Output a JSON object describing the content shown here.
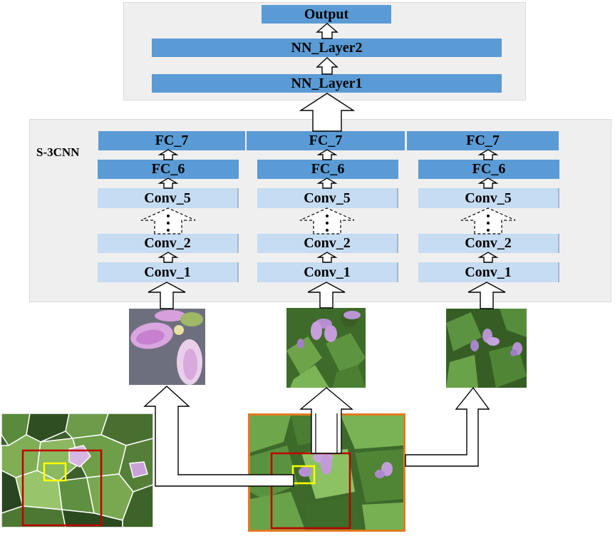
{
  "top_block": {
    "output": "Output",
    "nn_layer2": "NN_Layer2",
    "nn_layer1": "NN_Layer1"
  },
  "middle_block": {
    "label": "S-3CNN",
    "columns": [
      {
        "fc7": "FC_7",
        "fc6": "FC_6",
        "conv5": "Conv_5",
        "conv2": "Conv_2",
        "conv1": "Conv_1"
      },
      {
        "fc7": "FC_7",
        "fc6": "FC_6",
        "conv5": "Conv_5",
        "conv2": "Conv_2",
        "conv1": "Conv_1"
      },
      {
        "fc7": "FC_7",
        "fc6": "FC_6",
        "conv5": "Conv_5",
        "conv2": "Conv_2",
        "conv1": "Conv_1"
      }
    ]
  },
  "colors": {
    "dark_layer": "#5b9bd5",
    "light_layer": "#c5dcf2",
    "panel_bg": "#efefef",
    "red_box": "#c00000",
    "yellow_box": "#ffff00",
    "orange_frame": "#e07b20"
  }
}
